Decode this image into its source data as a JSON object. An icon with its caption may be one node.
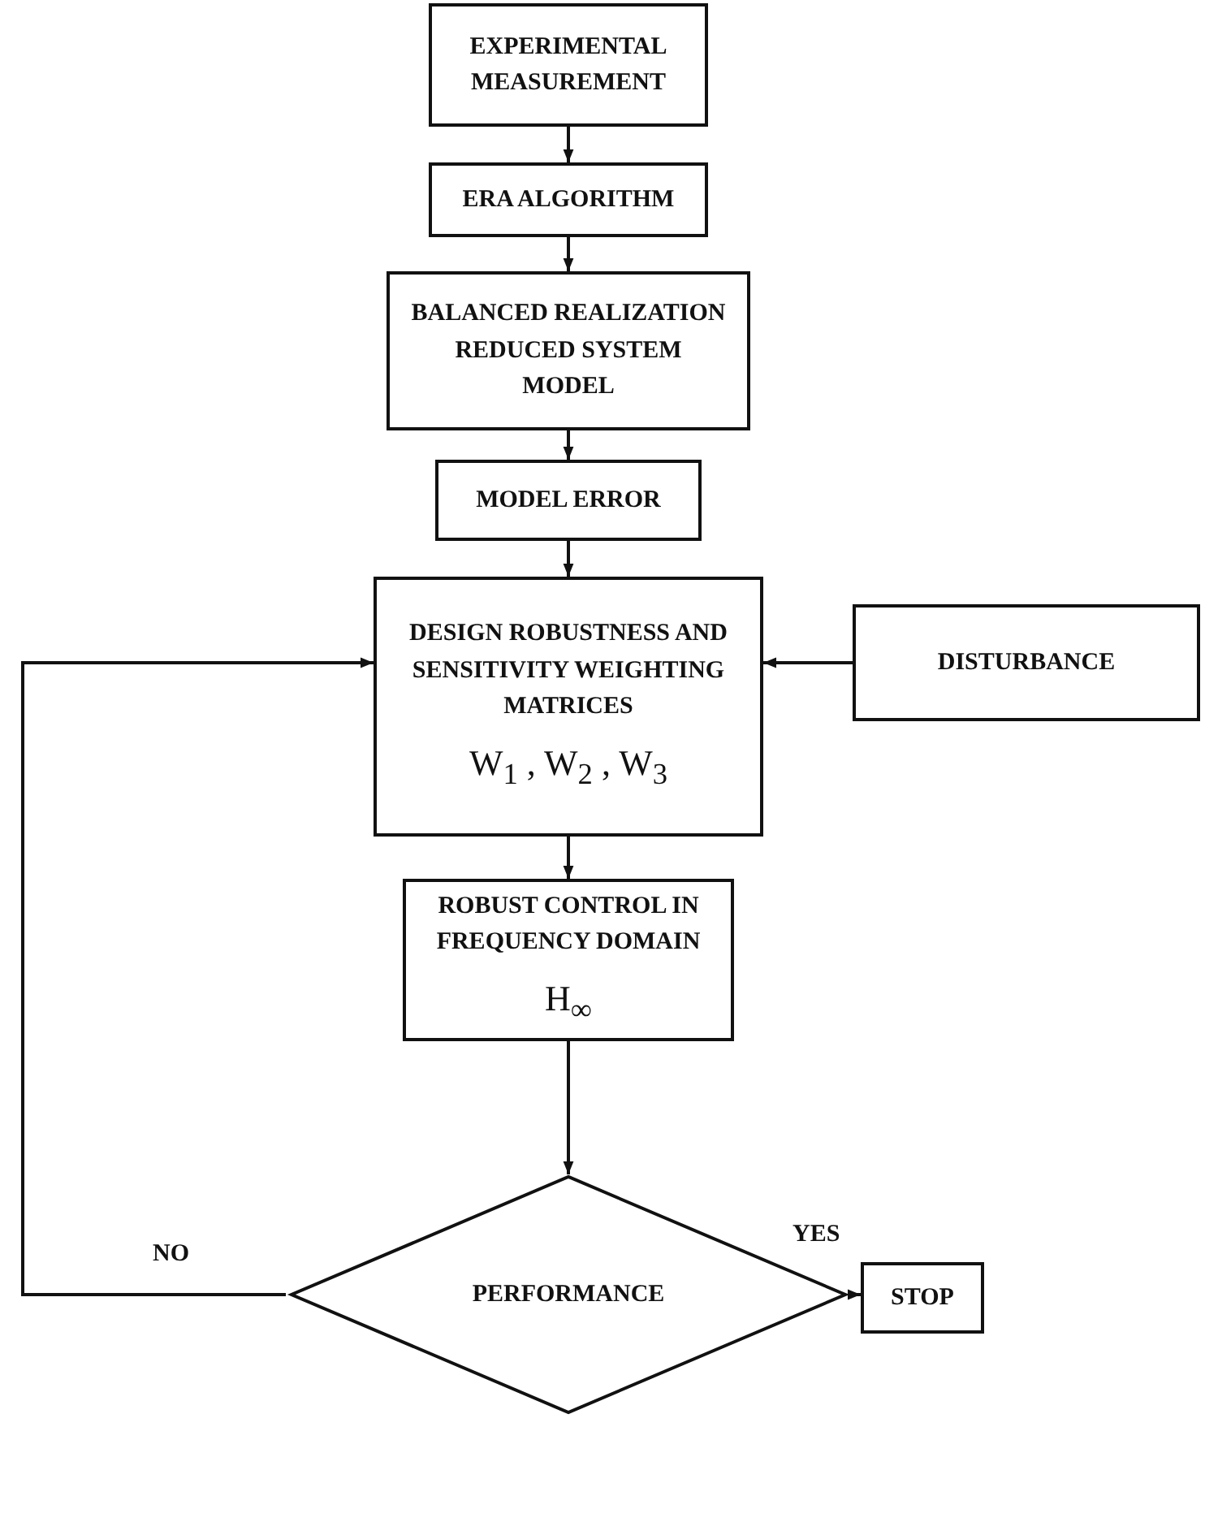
{
  "diagram": {
    "nodes": [
      {
        "text": [
          "EXPERIMENTAL MEASUREMENT"
        ]
      },
      {
        "text": [
          "ERA ALGORITHM"
        ]
      },
      {
        "text": [
          "BALANCED REALIZATION REDUCED SYSTEM MODEL"
        ]
      },
      {
        "text": [
          "MODEL ERROR"
        ]
      },
      {
        "text": [
          "DESIGN ROBUSTNESS AND SENSITIVITY WEIGHTING MATRICES",
          "W$_{1}$ , W$_{2}$ , W$_{3}$"
        ]
      },
      {
        "text": [
          "DISTURBANCE"
        ]
      },
      {
        "text": [
          "ROBUST CONTROL IN FREQUENCY DOMAIN",
          "H$_{∞}$"
        ]
      },
      {
        "text": [
          "PERFORMANCE"
        ]
      },
      {
        "text": [
          "STOP"
        ]
      }
    ],
    "edges": [
      {
        "from": 0,
        "to": 1,
        "arrow": "to"
      },
      {
        "from": 1,
        "to": 2,
        "arrow": "to"
      },
      {
        "from": 2,
        "to": 3,
        "arrow": "to"
      },
      {
        "from": 3,
        "to": 4,
        "arrow": "to"
      },
      {
        "from": 5,
        "to": 4,
        "arrow": "to"
      },
      {
        "from": 4,
        "to": 6,
        "arrow": "to"
      },
      {
        "from": 6,
        "to": 7,
        "arrow": "to"
      },
      {
        "from": 7,
        "to": 8,
        "arrow": "to",
        "label": "YES"
      },
      {
        "from": 7,
        "to": 4,
        "arrow": "to",
        "label": "NO"
      }
    ]
  }
}
